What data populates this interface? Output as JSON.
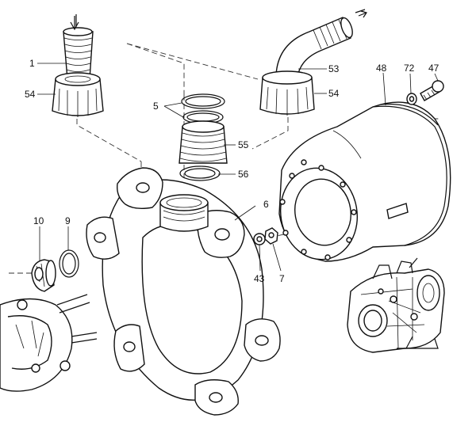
{
  "diagram": {
    "title": "Exploded parts view",
    "labels": {
      "l1": "1",
      "l54a": "54",
      "l5": "5",
      "l55": "55",
      "l56": "56",
      "l53": "53",
      "l54b": "54",
      "l48": "48",
      "l72": "72",
      "l47": "47",
      "l10": "10",
      "l9": "9",
      "l6": "6",
      "l43": "43",
      "l7": "7"
    }
  }
}
